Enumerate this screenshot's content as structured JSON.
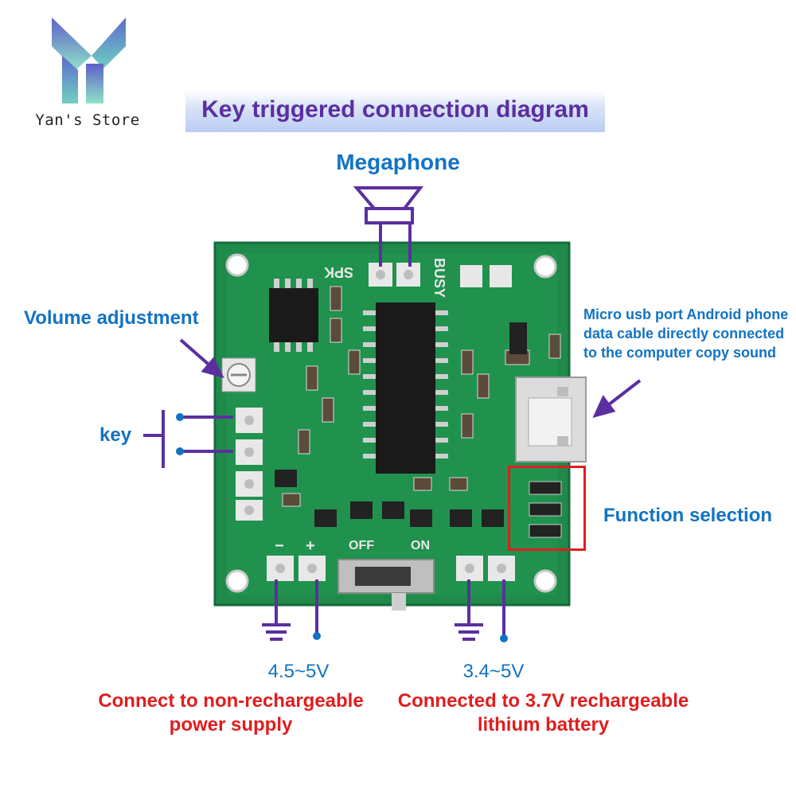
{
  "store": {
    "name": "Yan's Store"
  },
  "banner": {
    "title": "Key triggered connection diagram"
  },
  "labels": {
    "megaphone": "Megaphone",
    "volume": "Volume adjustment",
    "key": "key",
    "usb": [
      "Micro usb port Android phone",
      "data cable directly connected",
      "to the computer copy sound"
    ],
    "function": "Function selection",
    "power_left_voltage": "4.5~5V",
    "power_left_desc": [
      "Connect to non-rechargeable",
      "power supply"
    ],
    "power_right_voltage": "3.4~5V",
    "power_right_desc": [
      "Connected to 3.7V rechargeable",
      "lithium battery"
    ]
  },
  "board_silk": {
    "spk": "SPK",
    "busy": "BUSY",
    "off": "OFF",
    "on": "ON",
    "minus": "−",
    "plus": "+"
  },
  "colors": {
    "accent_purple": "#5b2fa0",
    "label_blue": "#1273c4",
    "warning_red": "#e01d1d",
    "pcb_green": "#1f8a4a"
  }
}
